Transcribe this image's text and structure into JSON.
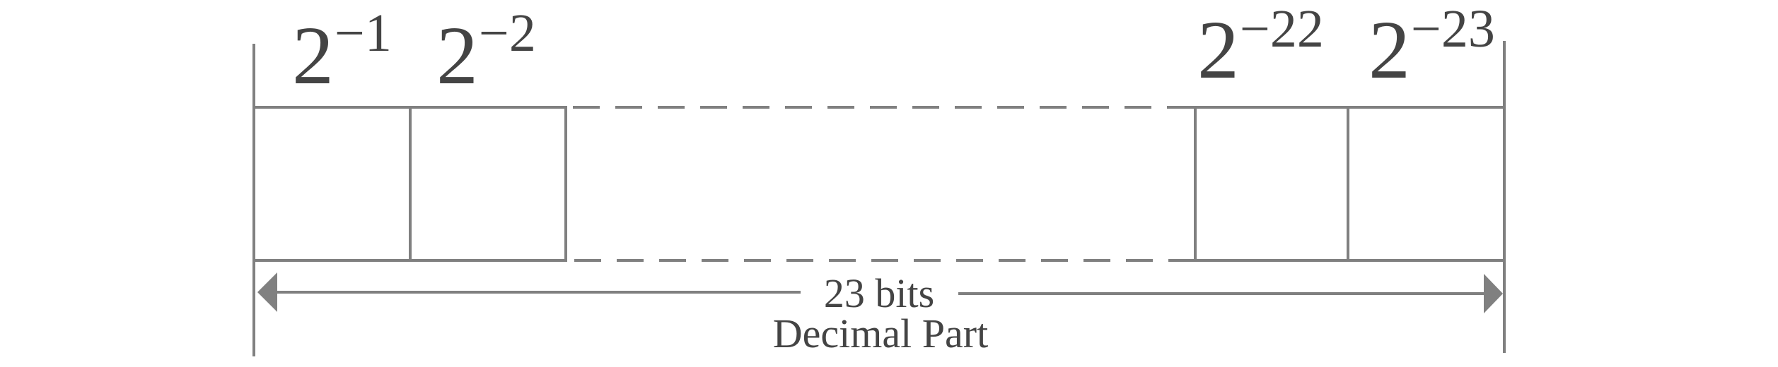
{
  "labels": {
    "bit1": {
      "base": "2",
      "exponent": "−1"
    },
    "bit2": {
      "base": "2",
      "exponent": "−2"
    },
    "bit22": {
      "base": "2",
      "exponent": "−22"
    },
    "bit23": {
      "base": "2",
      "exponent": "−23"
    }
  },
  "span": {
    "label": "23 bits",
    "sublabel": "Decimal Part"
  },
  "colors": {
    "line": "#808080",
    "text": "#444444",
    "background": "#ffffff"
  }
}
